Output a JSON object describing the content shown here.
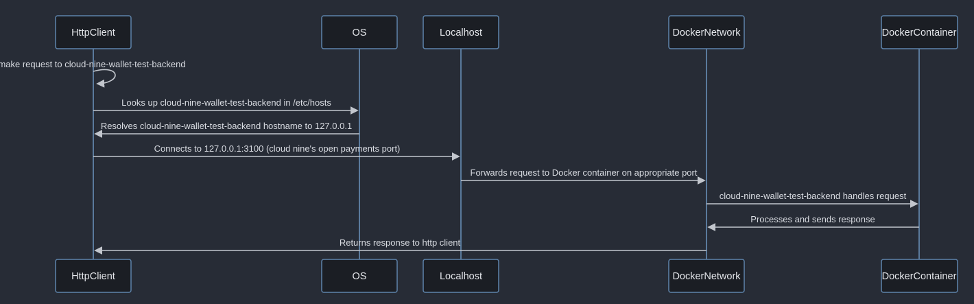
{
  "diagram": {
    "kind": "sequence-diagram",
    "theme": "dark",
    "colors": {
      "background": "#272c36",
      "actor_fill": "#1b1e24",
      "actor_border": "#5e84ab",
      "lifeline": "#6b93bd",
      "arrow": "#c2c6cd",
      "text": "#d8dbe1"
    },
    "participants": [
      {
        "name": "HttpClient"
      },
      {
        "name": "OS"
      },
      {
        "name": "Localhost"
      },
      {
        "name": "DockerNetwork"
      },
      {
        "name": "DockerContainer"
      }
    ],
    "messages": [
      {
        "from": "HttpClient",
        "to": "HttpClient",
        "type": "self",
        "text": "make request to cloud-nine-wallet-test-backend"
      },
      {
        "from": "HttpClient",
        "to": "OS",
        "type": "solid-arrow",
        "text": "Looks up cloud-nine-wallet-test-backend in /etc/hosts"
      },
      {
        "from": "OS",
        "to": "HttpClient",
        "type": "solid-arrow",
        "text": "Resolves cloud-nine-wallet-test-backend hostname to 127.0.0.1"
      },
      {
        "from": "HttpClient",
        "to": "Localhost",
        "type": "solid-arrow",
        "text": "Connects to 127.0.0.1:3100 (cloud nine's open payments port)"
      },
      {
        "from": "Localhost",
        "to": "DockerNetwork",
        "type": "solid-arrow",
        "text": "Forwards request to Docker container on appropriate port"
      },
      {
        "from": "DockerNetwork",
        "to": "DockerContainer",
        "type": "solid-arrow",
        "text": "cloud-nine-wallet-test-backend handles request"
      },
      {
        "from": "DockerContainer",
        "to": "DockerNetwork",
        "type": "solid-arrow",
        "text": "Processes and sends response"
      },
      {
        "from": "DockerNetwork",
        "to": "HttpClient",
        "type": "solid-arrow",
        "text": "Returns response to http client"
      }
    ]
  }
}
